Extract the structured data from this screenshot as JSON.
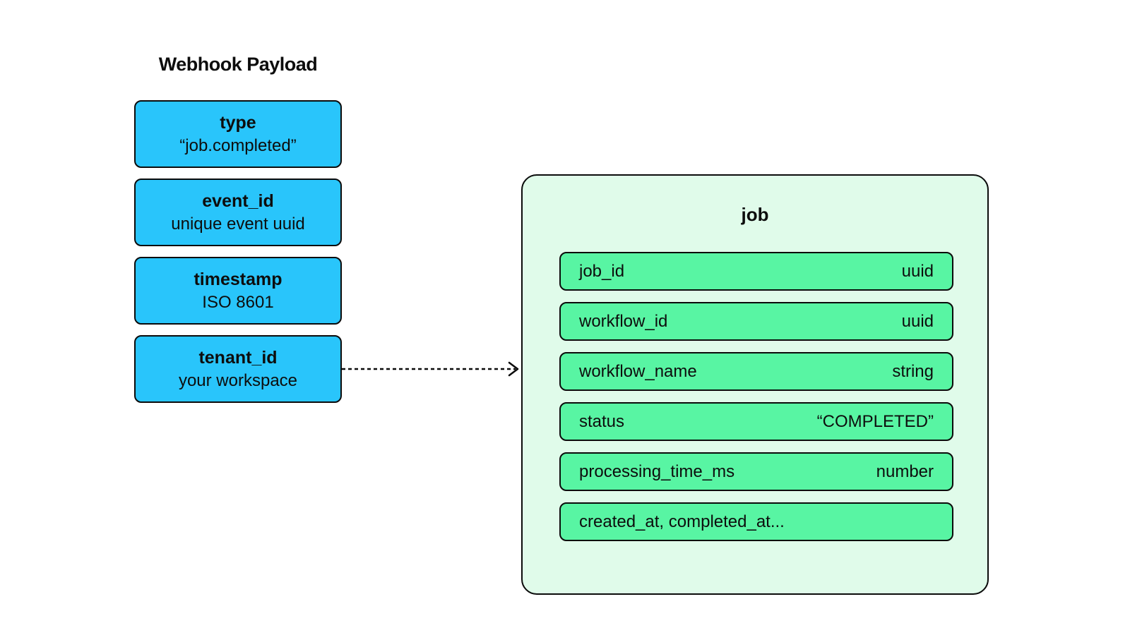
{
  "colors": {
    "page-bg": "#ffffff",
    "accent-blue": "#29C5FB",
    "row-green": "#58F5A3",
    "panel-green": "#E0FBEA",
    "stroke": "#0b0b0b",
    "text": "#0d0d0d"
  },
  "payload": {
    "title": "Webhook Payload",
    "fields": [
      {
        "name": "type",
        "desc": "“job.completed”"
      },
      {
        "name": "event_id",
        "desc": "unique event uuid"
      },
      {
        "name": "timestamp",
        "desc": "ISO 8601"
      },
      {
        "name": "tenant_id",
        "desc": "your workspace"
      }
    ]
  },
  "job": {
    "title": "job",
    "rows": [
      {
        "name": "job_id",
        "type": "uuid"
      },
      {
        "name": "workflow_id",
        "type": "uuid"
      },
      {
        "name": "workflow_name",
        "type": "string"
      },
      {
        "name": "status",
        "type": "“COMPLETED”"
      },
      {
        "name": "processing_time_ms",
        "type": "number"
      },
      {
        "name": "created_at, completed_at...",
        "type": ""
      }
    ]
  }
}
